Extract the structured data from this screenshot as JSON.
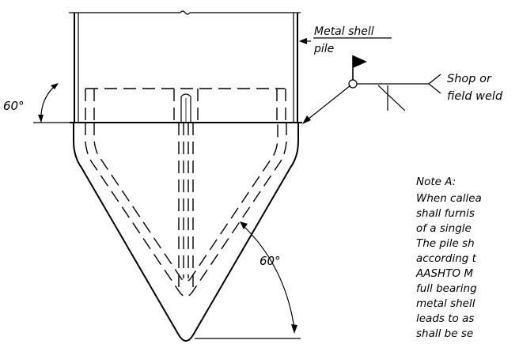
{
  "labels": {
    "metal_shell_line1": "Metal shell",
    "metal_shell_line2": "pile",
    "weld_line1": "Shop or",
    "weld_line2": "field weld",
    "angle_left": "60°",
    "angle_right": "60°"
  },
  "note": {
    "title": "Note A:",
    "lines": [
      "When callea",
      "shall furnis",
      "of a single",
      "The pile sh",
      "according t",
      "AASHTO M",
      "full bearing",
      "metal shell",
      "leads to as",
      "shall be se"
    ]
  },
  "colors": {
    "ink": "#000000",
    "background": "#ffffff"
  }
}
